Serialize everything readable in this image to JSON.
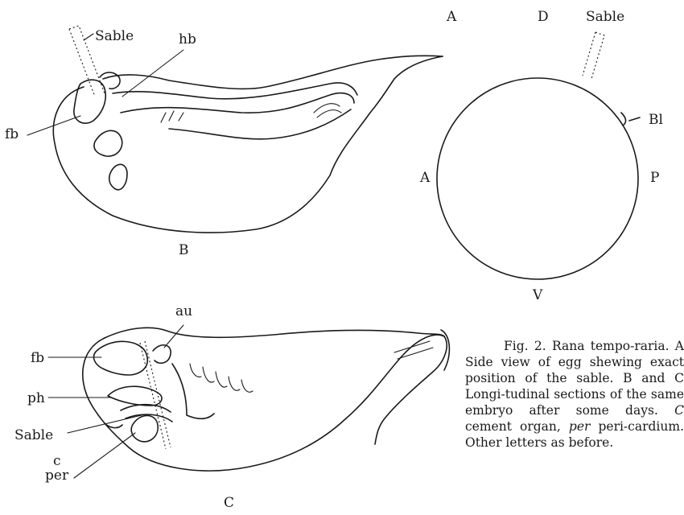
{
  "panel_a": {
    "corner_label": "A",
    "top_label": "D",
    "sable_label": "Sable",
    "right_top_label": "Bl",
    "left_label": "A",
    "right_label": "P",
    "bottom_label": "V"
  },
  "panel_b": {
    "panel_label": "B",
    "sable_label": "Sable",
    "hb_label": "hb",
    "fb_label": "fb"
  },
  "panel_c": {
    "panel_label": "C",
    "au_label": "au",
    "fb_label": "fb",
    "ph_label": "ph",
    "sable_label": "Sable",
    "c_label": "c",
    "per_label": "per"
  },
  "caption": {
    "part1": "Fig. 2. Rana tempo-raria. A Side view of egg shewing exact position of the sable. B and C Longi-tudinal sections of the same embryo after some days. ",
    "c_word": "C",
    "part2": " cement organ, ",
    "per_word": "per",
    "part3": " peri-cardium. Other letters as before."
  }
}
